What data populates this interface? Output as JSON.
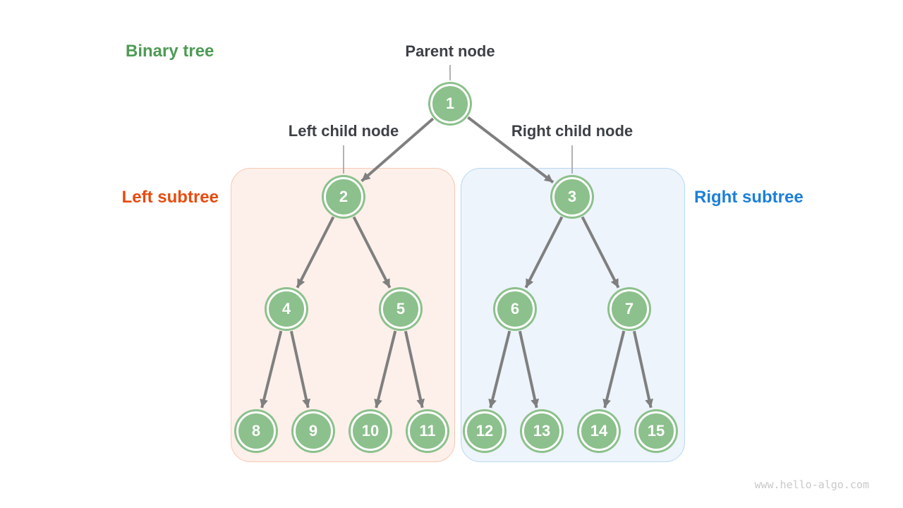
{
  "title": "Binary tree",
  "annotations": {
    "parent": "Parent node",
    "left_child": "Left child node",
    "right_child": "Right child node"
  },
  "subtrees": {
    "left": {
      "label": "Left subtree"
    },
    "right": {
      "label": "Right subtree"
    }
  },
  "tree": {
    "nodes": [
      "1",
      "2",
      "3",
      "4",
      "5",
      "6",
      "7",
      "8",
      "9",
      "10",
      "11",
      "12",
      "13",
      "14",
      "15"
    ],
    "edges": [
      [
        1,
        2
      ],
      [
        1,
        3
      ],
      [
        2,
        4
      ],
      [
        2,
        5
      ],
      [
        3,
        6
      ],
      [
        3,
        7
      ],
      [
        4,
        8
      ],
      [
        4,
        9
      ],
      [
        5,
        10
      ],
      [
        5,
        11
      ],
      [
        6,
        12
      ],
      [
        6,
        13
      ],
      [
        7,
        14
      ],
      [
        7,
        15
      ]
    ]
  },
  "watermark": "www.hello-algo.com",
  "colors": {
    "node_fill": "#8cc08c",
    "node_ring": "#8cc08c",
    "edge": "#7f7f7f",
    "callout": "#999999",
    "title": "#4e9b55",
    "annotation": "#3d4045",
    "left_accent": "#e84b0e",
    "right_accent": "#1c7fd9",
    "box_left_bg": "#fdf0ea",
    "box_left_border": "#f6c8b5",
    "box_right_bg": "#edf4fb",
    "box_right_border": "#b9d7f0",
    "watermark": "#c9c9c9"
  }
}
